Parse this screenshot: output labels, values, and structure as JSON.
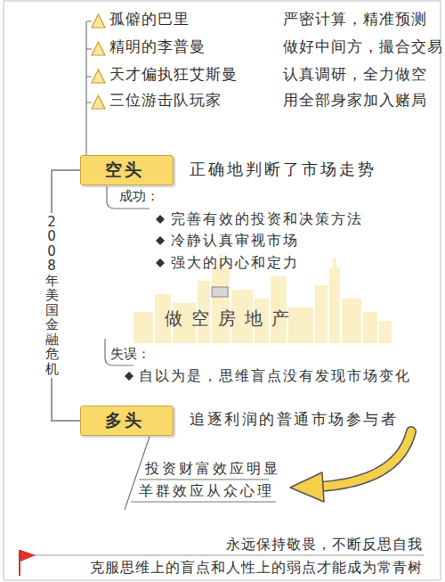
{
  "diagram": {
    "nodes": [
      {
        "text": [
          "空头"
        ]
      },
      {
        "text": [
          "多头"
        ]
      }
    ],
    "edges": [
      {
        "from": 0,
        "to": 1,
        "arrow": "none",
        "label": "2008年美国金融危机"
      }
    ],
    "labels": [
      "孤僻的巴里",
      "严密计算，精准预测",
      "精明的李普曼",
      "做好中间方，撮合交易",
      "天才偏执狂艾斯曼",
      "认真调研，全力做空",
      "三位游击队玩家",
      "用全部身家加入赌局",
      "正确地判断了市场走势",
      "成功：",
      "完善有效的投资和决策方法",
      "冷静认真审视市场",
      "强大的内心和定力",
      "做空房地产",
      "失误：",
      "自以为是，思维盲点没有发现市场变化",
      "追逐利润的普通市场参与者",
      "投资财富效应明显",
      "羊群效应从众心理",
      "永远保持敬畏，不断反思自我",
      "克服思维上的盲点和人性上的弱点才能成为常青树"
    ]
  }
}
